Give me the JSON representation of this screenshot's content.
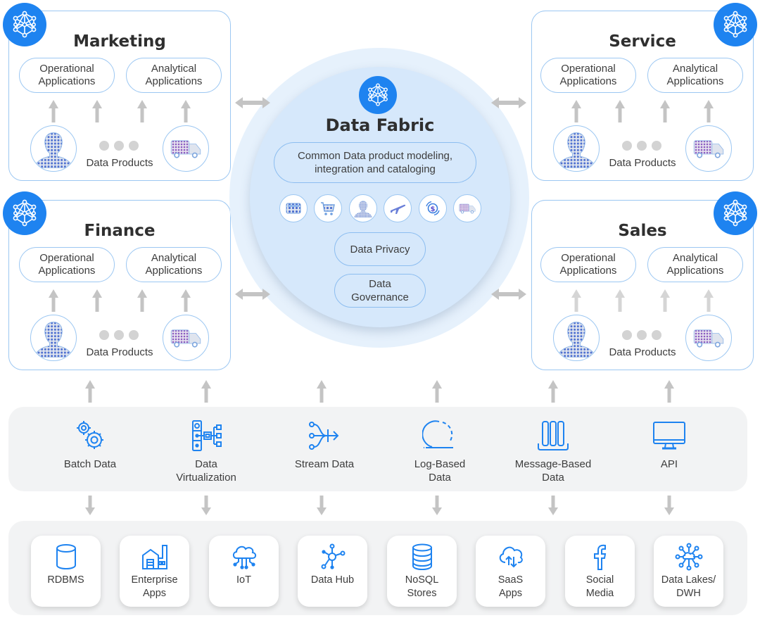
{
  "diagram": {
    "title": "Data Fabric",
    "accent_color": "#1e83f0",
    "border_color": "#9cc7f2",
    "fabric_fill": "#d6e8fb",
    "arrow_color": "#c4c4c4"
  },
  "domains": [
    {
      "name": "Marketing",
      "operational": [
        "Operational",
        "Applications"
      ],
      "analytical": [
        "Analytical",
        "Applications"
      ],
      "products_label": "Data Products"
    },
    {
      "name": "Service",
      "operational": [
        "Operational",
        "Applications"
      ],
      "analytical": [
        "Analytical",
        "Applications"
      ],
      "products_label": "Data Products"
    },
    {
      "name": "Finance",
      "operational": [
        "Operational",
        "Applications"
      ],
      "analytical": [
        "Analytical",
        "Applications"
      ],
      "products_label": "Data Products"
    },
    {
      "name": "Sales",
      "operational": [
        "Operational",
        "Applications"
      ],
      "analytical": [
        "Analytical",
        "Applications"
      ],
      "products_label": "Data Products"
    }
  ],
  "fabric": {
    "title": "Data Fabric",
    "modeling": [
      "Common Data product modeling,",
      "integration and cataloging"
    ],
    "product_icons": [
      "keyboard-icon",
      "shopping-cart-icon",
      "person-icon",
      "airplane-icon",
      "dollar-cycle-icon",
      "truck-icon"
    ],
    "privacy": "Data Privacy",
    "governance": [
      "Data",
      "Governance"
    ]
  },
  "ingestion_methods": [
    {
      "label": [
        "Batch Data"
      ],
      "icon": "gears-icon"
    },
    {
      "label": [
        "Data",
        "Virtualization"
      ],
      "icon": "virtualization-icon"
    },
    {
      "label": [
        "Stream Data"
      ],
      "icon": "stream-icon"
    },
    {
      "label": [
        "Log-Based",
        "Data"
      ],
      "icon": "log-cycle-icon"
    },
    {
      "label": [
        "Message-Based",
        "Data"
      ],
      "icon": "message-queue-icon"
    },
    {
      "label": [
        "API"
      ],
      "icon": "monitor-icon"
    }
  ],
  "sources": [
    {
      "label": [
        "RDBMS"
      ],
      "icon": "database-cylinder-icon"
    },
    {
      "label": [
        "Enterprise",
        "Apps"
      ],
      "icon": "factory-icon"
    },
    {
      "label": [
        "IoT"
      ],
      "icon": "cloud-circuit-icon"
    },
    {
      "label": [
        "Data Hub"
      ],
      "icon": "hub-icon"
    },
    {
      "label": [
        "NoSQL",
        "Stores"
      ],
      "icon": "database-stack-icon"
    },
    {
      "label": [
        "SaaS",
        "Apps"
      ],
      "icon": "cloud-sync-icon"
    },
    {
      "label": [
        "Social",
        "Media"
      ],
      "icon": "facebook-icon"
    },
    {
      "label": [
        "Data Lakes/",
        "DWH"
      ],
      "icon": "data-lake-network-icon"
    }
  ]
}
